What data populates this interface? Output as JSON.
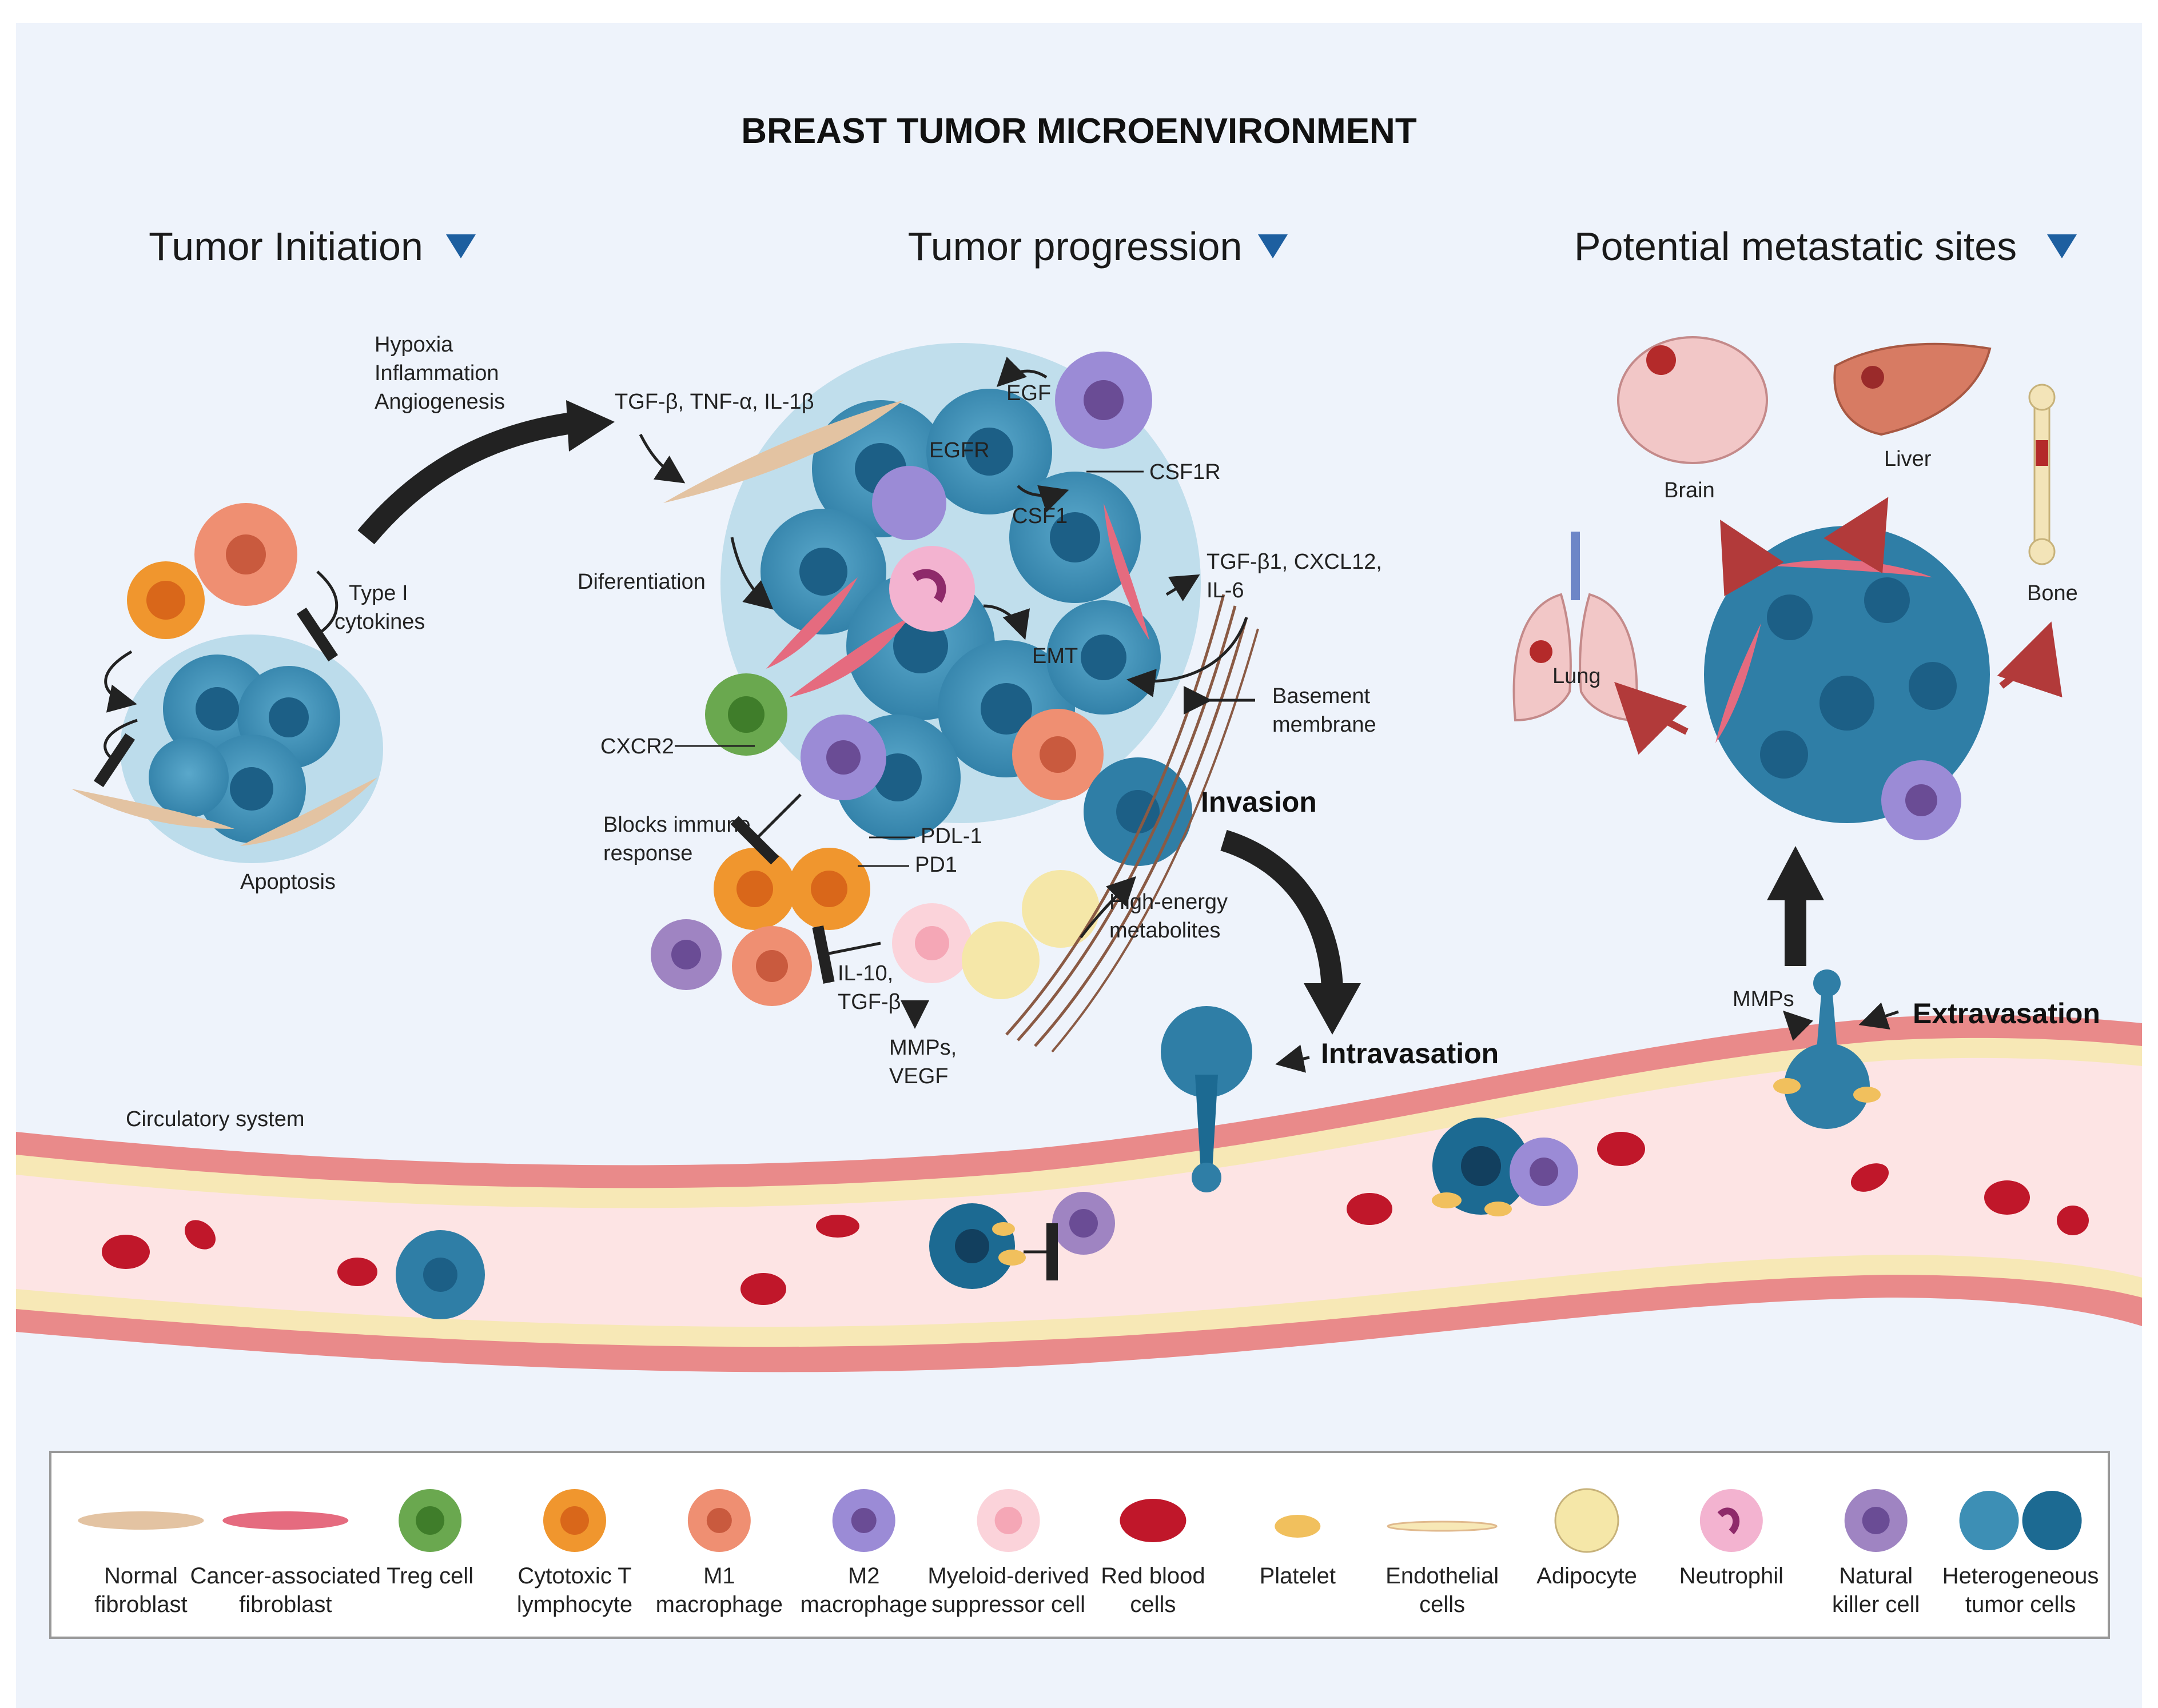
{
  "title": "BREAST TUMOR MICROENVIRONMENT",
  "sections": {
    "initiation": "Tumor Initiation",
    "progression": "Tumor progression",
    "metastatic": "Potential metastatic sites"
  },
  "initiation": {
    "type1_line1": "Type I",
    "type1_line2": "cytokines",
    "apoptosis": "Apoptosis",
    "hypoxia": "Hypoxia",
    "inflammation": "Inflammation",
    "angiogenesis": "Angiogenesis"
  },
  "progression": {
    "tgf": "TGF-β, TNF-α, IL-1β",
    "egf": "EGF",
    "egfr": "EGFR",
    "csf1r": "CSF1R",
    "csf1": "CSF1",
    "diff": "Diferentiation",
    "tgfb1_line1": "TGF-β1, CXCL12,",
    "tgfb1_line2": "IL-6",
    "emt": "EMT",
    "basement_line1": "Basement",
    "basement_line2": "membrane",
    "cxcr2": "CXCR2",
    "blocks_line1": "Blocks immune",
    "blocks_line2": "response",
    "pdl1": "PDL-1",
    "pd1": "PD1",
    "invasion": "Invasion",
    "hem_line1": "High-energy",
    "hem_line2": "metabolites",
    "il10_line1": "IL-10,",
    "il10_line2": "TGF-β",
    "mmps_line1": "MMPs,",
    "mmps_line2": "VEGF",
    "intravasation": "Intravasation",
    "circulatory": "Circulatory system"
  },
  "metastatic": {
    "brain": "Brain",
    "liver": "Liver",
    "bone": "Bone",
    "lung": "Lung",
    "mmps": "MMPs",
    "extravasation": "Extravasation"
  },
  "legend": {
    "items": [
      {
        "line1": "Normal",
        "line2": "fibroblast",
        "icon": "normal-fibroblast-icon"
      },
      {
        "line1": "Cancer-associated",
        "line2": "fibroblast",
        "icon": "cancer-associated-fibroblast-icon"
      },
      {
        "line1": "Treg cell",
        "line2": "",
        "icon": "treg-cell-icon"
      },
      {
        "line1": "Cytotoxic T",
        "line2": "lymphocyte",
        "icon": "cytotoxic-t-lymphocyte-icon"
      },
      {
        "line1": "M1",
        "line2": "macrophage",
        "icon": "m1-macrophage-icon"
      },
      {
        "line1": "M2",
        "line2": "macrophage",
        "icon": "m2-macrophage-icon"
      },
      {
        "line1": "Myeloid-derived",
        "line2": "suppressor cell",
        "icon": "myeloid-derived-suppressor-cell-icon"
      },
      {
        "line1": "Red blood",
        "line2": "cells",
        "icon": "red-blood-cell-icon"
      },
      {
        "line1": "Platelet",
        "line2": "",
        "icon": "platelet-icon"
      },
      {
        "line1": "Endothelial",
        "line2": "cells",
        "icon": "endothelial-cell-icon"
      },
      {
        "line1": "Adipocyte",
        "line2": "",
        "icon": "adipocyte-icon"
      },
      {
        "line1": "Neutrophil",
        "line2": "",
        "icon": "neutrophil-icon"
      },
      {
        "line1": "Natural",
        "line2": "killer cell",
        "icon": "natural-killer-cell-icon"
      },
      {
        "line1": "Heterogeneous",
        "line2": "tumor cells",
        "icon": "heterogeneous-tumor-cells-icon"
      }
    ]
  },
  "colors": {
    "background": "#eef3fb",
    "tumor": "#3d8fb5",
    "tumor_dark": "#1c6a92",
    "fibroblast": "#e3c3a2",
    "caf": "#e56b7f",
    "treg": "#6aa84f",
    "ctl": "#f0962e",
    "m1": "#ef8f72",
    "m2": "#9b8bd6",
    "mdsc": "#fbd3da",
    "rbc": "#c0172a",
    "vessel_wall": "#e98a8a",
    "vessel_lumen": "#fde4e4",
    "endothelium": "#f7e8b6",
    "adipocyte": "#f5e7a8",
    "neutrophil": "#f3b3d0",
    "nk": "#9f84c2",
    "arrow": "#222222",
    "red_arrow": "#b23a3a",
    "section_marker": "#1d5fa0"
  }
}
